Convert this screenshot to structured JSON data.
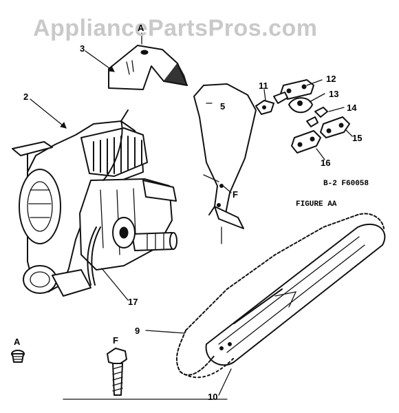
{
  "watermark": "AppliancePartsPros.com",
  "callouts": {
    "c2": "2",
    "c3": "3",
    "c5": "5",
    "c9": "9",
    "c10": "10",
    "c11": "11",
    "c12": "12",
    "c13": "13",
    "c14": "14",
    "c15": "15",
    "c16": "16",
    "c17": "17",
    "a_top": "A",
    "a_bottom": "A",
    "f_bracket": "F",
    "f_bottom": "F"
  },
  "captions": {
    "diagram_code": "B-2 F60058",
    "figure": "FIGURE AA"
  }
}
